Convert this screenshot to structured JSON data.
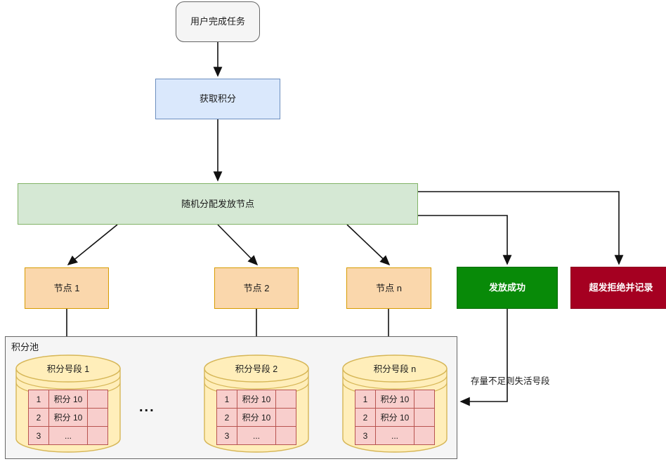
{
  "diagram": {
    "title_hidden": "",
    "nodes": {
      "start": {
        "label": "用户完成任务",
        "shape": "rounded-terminator",
        "fill": "#f5f5f5",
        "stroke": "#666666"
      },
      "get_points": {
        "label": "获取积分",
        "shape": "process",
        "fill": "#dae8fc",
        "stroke": "#6c8ebf"
      },
      "dispatch": {
        "label": "随机分配发放节点",
        "shape": "process",
        "fill": "#d5e8d4",
        "stroke": "#82b366"
      },
      "node1": {
        "label": "节点 1",
        "shape": "process",
        "fill": "#fad7ac",
        "stroke": "#d79b00"
      },
      "node2": {
        "label": "节点 2",
        "shape": "process",
        "fill": "#fad7ac",
        "stroke": "#d79b00"
      },
      "noden": {
        "label": "节点 n",
        "shape": "process",
        "fill": "#fad7ac",
        "stroke": "#d79b00"
      },
      "success": {
        "label": "发放成功",
        "shape": "process",
        "fill": "#088a08",
        "text_color": "#ffffff"
      },
      "reject": {
        "label": "超发拒绝并记录",
        "shape": "process",
        "fill": "#a50021",
        "text_color": "#ffffff"
      }
    },
    "pool": {
      "label": "积分池",
      "fill": "#f5f5f5",
      "stroke": "#666666",
      "ellipsis": "...",
      "segments": [
        {
          "title": "积分号段 1",
          "fill": "#ffeeba",
          "stroke": "#d6b656",
          "rows": [
            {
              "index": "1",
              "value": "积分 10",
              "extra": ""
            },
            {
              "index": "2",
              "value": "积分 10",
              "extra": ""
            },
            {
              "index": "3",
              "value": "...",
              "extra": ""
            }
          ]
        },
        {
          "title": "积分号段 2",
          "fill": "#ffeeba",
          "stroke": "#d6b656",
          "rows": [
            {
              "index": "1",
              "value": "积分 10",
              "extra": ""
            },
            {
              "index": "2",
              "value": "积分 10",
              "extra": ""
            },
            {
              "index": "3",
              "value": "...",
              "extra": ""
            }
          ]
        },
        {
          "title": "积分号段 n",
          "fill": "#ffeeba",
          "stroke": "#d6b656",
          "rows": [
            {
              "index": "1",
              "value": "积分 10",
              "extra": ""
            },
            {
              "index": "2",
              "value": "积分 10",
              "extra": ""
            },
            {
              "index": "3",
              "value": "...",
              "extra": ""
            }
          ]
        }
      ]
    },
    "edge_labels": {
      "deactivate": "存量不足则失活号段"
    }
  }
}
